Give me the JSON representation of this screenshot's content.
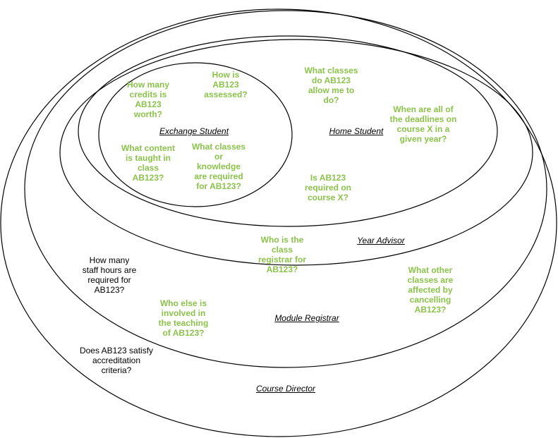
{
  "colors": {
    "ring_stroke": "#000000",
    "question_text": "#8bc34a",
    "plain_text": "#000000"
  },
  "roles": {
    "course_director": "Course Director",
    "module_registrar": "Module Registrar",
    "year_advisor": "Year Advisor",
    "home_student": "Home Student",
    "exchange_student": "Exchange Student"
  },
  "questions": {
    "credits": "How many\ncredits is\nAB123\nworth?",
    "assessed": "How is\nAB123\nassessed?",
    "content": "What content\nis taught in\nclass\nAB123?",
    "prerequisites": "What classes\nor\nknowledge\nare required\nfor AB123?",
    "allow": "What classes\ndo AB123\nallow me to\ndo?",
    "deadlines": "When are all of\nthe deadlines on\ncourse X in a\ngiven year?",
    "required": "Is AB123\nrequired on\ncourse X?",
    "registrar": "Who is the\nclass\nregistrar for\nAB123?",
    "affected": "What other\nclasses are\naffected by\ncancelling\nAB123?",
    "teaching": "Who else is\ninvolved in\nthe teaching\nof AB123?",
    "staff_hours": "How many\nstaff hours are\nrequired for\nAB123?",
    "accreditation": "Does AB123 satisfy\naccreditation\ncriteria?"
  }
}
